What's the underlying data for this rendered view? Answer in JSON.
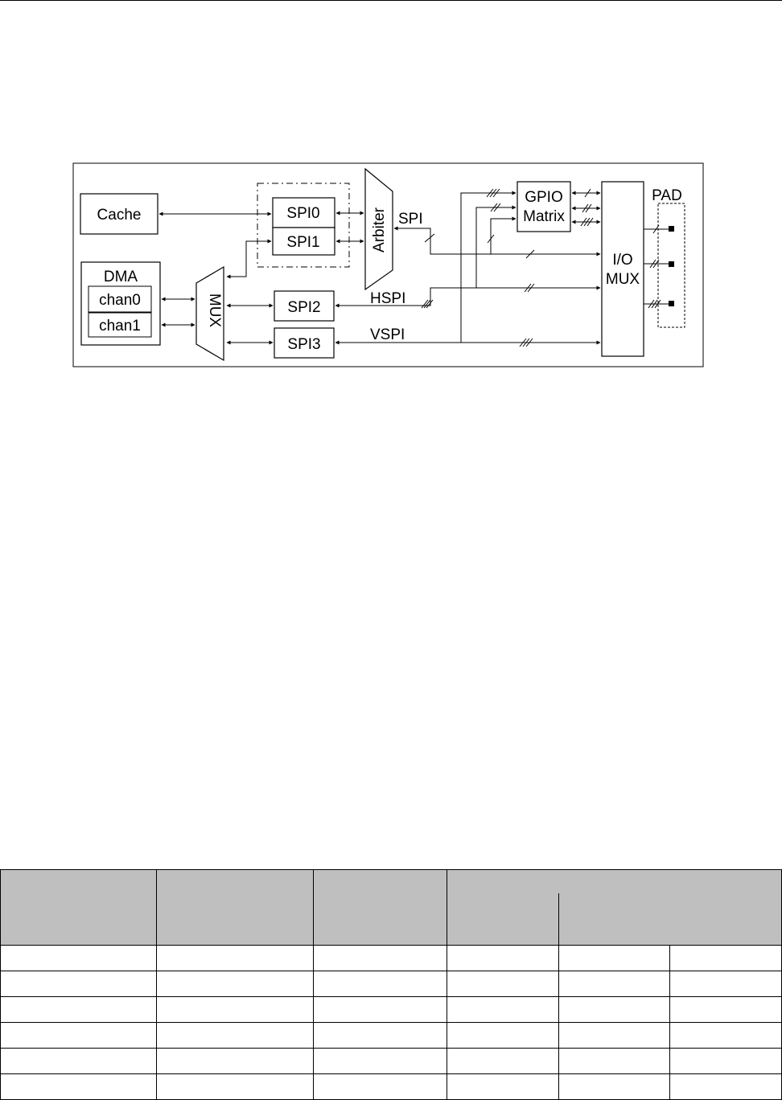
{
  "diagram": {
    "blocks": {
      "cache": "Cache",
      "dma": "DMA",
      "chan0": "chan0",
      "chan1": "chan1",
      "mux": "MUX",
      "spi0": "SPI0",
      "spi1": "SPI1",
      "spi2": "SPI2",
      "spi3": "SPI3",
      "arbiter": "Arbiter",
      "gpio_matrix_line1": "GPIO",
      "gpio_matrix_line2": "Matrix",
      "io_mux_line1": "I/O",
      "io_mux_line2": "MUX",
      "pad": "PAD"
    },
    "signals": {
      "spi": "SPI",
      "hspi": "HSPI",
      "vspi": "VSPI"
    }
  },
  "table": {
    "header_color": "#bfbfbf",
    "columns": 6,
    "header_rows": 2,
    "body_rows": 6
  }
}
